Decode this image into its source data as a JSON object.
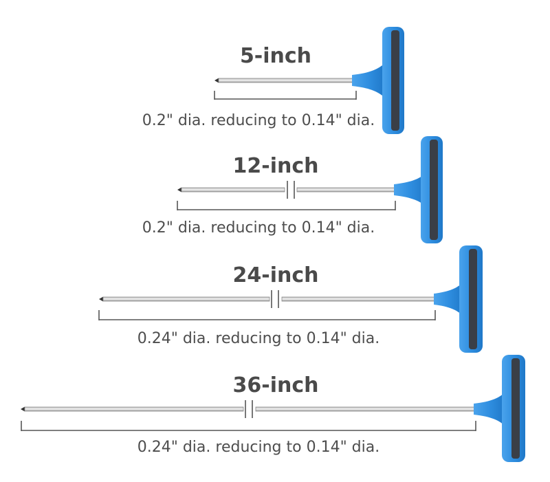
{
  "probes": [
    {
      "length_label": "5-inch",
      "diameter_text": "0.2\" dia. reducing to 0.14\" dia.",
      "shaft_break": false
    },
    {
      "length_label": "12-inch",
      "diameter_text": "0.2\" dia. reducing to 0.14\" dia.",
      "shaft_break": true
    },
    {
      "length_label": "24-inch",
      "diameter_text": "0.24\" dia. reducing to 0.14\" dia.",
      "shaft_break": true
    },
    {
      "length_label": "36-inch",
      "diameter_text": "0.24\" dia. reducing to 0.14\" dia.",
      "shaft_break": true
    }
  ],
  "colors": {
    "handle_blue": "#2f8ee0",
    "handle_blue_light": "#5fb0f2",
    "handle_grip": "#3a3f47",
    "shaft": "#9a9a9a",
    "bracket": "#555555"
  }
}
